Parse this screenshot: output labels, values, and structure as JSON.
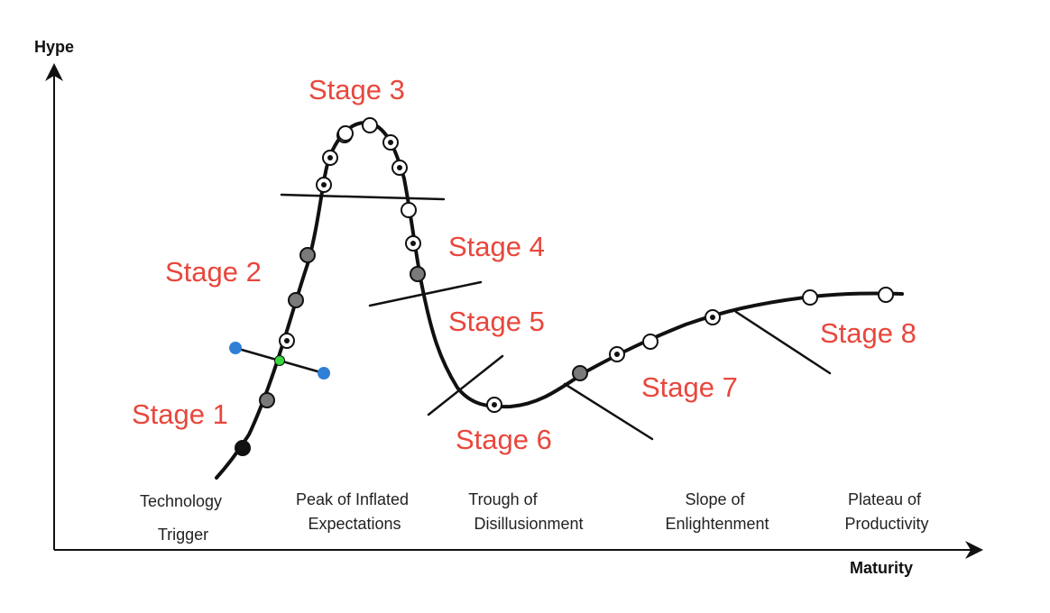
{
  "axes": {
    "y_title": "Hype",
    "x_title": "Maturity"
  },
  "phases": [
    {
      "lines": [
        "Technology",
        "Trigger"
      ]
    },
    {
      "lines": [
        "Peak of Inflated",
        "Expectations"
      ]
    },
    {
      "lines": [
        "Trough of",
        "Disillusionment"
      ]
    },
    {
      "lines": [
        "Slope of",
        "Enlightenment"
      ]
    },
    {
      "lines": [
        "Plateau of",
        "Productivity"
      ]
    }
  ],
  "stages": [
    {
      "label": "Stage 1"
    },
    {
      "label": "Stage 2"
    },
    {
      "label": "Stage 3"
    },
    {
      "label": "Stage 4"
    },
    {
      "label": "Stage 5"
    },
    {
      "label": "Stage 6"
    },
    {
      "label": "Stage 7"
    },
    {
      "label": "Stage 8"
    }
  ],
  "colors": {
    "stage_label": "#e8473c",
    "curve": "#111111",
    "marker_black": "#111111",
    "marker_gray": "#7a7a7a",
    "marker_white": "#ffffff",
    "handle_blue": "#2f7fd6",
    "handle_green": "#37d63a"
  },
  "markers": {
    "kinds": [
      "black",
      "gray",
      "target",
      "gray",
      "gray",
      "target",
      "target",
      "target",
      "white",
      "white",
      "target",
      "target",
      "white",
      "target",
      "gray",
      "target",
      "gray",
      "target",
      "white",
      "target",
      "white",
      "white"
    ]
  }
}
